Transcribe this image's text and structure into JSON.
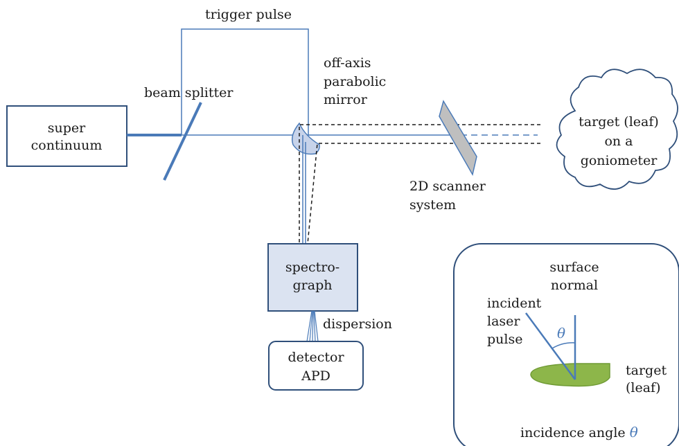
{
  "diagram": {
    "labels": {
      "trigger_pulse": "trigger pulse",
      "beam_splitter": "beam splitter",
      "off_axis_1": "off-axis",
      "off_axis_2": "parabolic",
      "off_axis_3": "mirror",
      "supercontinuum_1": "super",
      "supercontinuum_2": "continuum",
      "target_1": "target (leaf)",
      "target_2": "on a",
      "target_3": "goniometer",
      "scanner_1": "2D scanner",
      "scanner_2": "system",
      "spectro_1": "spectro-",
      "spectro_2": "graph",
      "dispersion": "dispersion",
      "detector_1": "detector",
      "detector_2": "APD"
    },
    "inset": {
      "surface_1": "surface",
      "surface_2": "normal",
      "incident_1": "incident",
      "incident_2": "laser",
      "incident_3": "pulse",
      "theta": "θ",
      "target_1": "target",
      "target_2": "(leaf)",
      "caption": "incidence angle ",
      "caption_symbol": "θ"
    },
    "colors": {
      "beam": "#4a7ab8",
      "box_stroke": "#2f4f7a",
      "box_fill_spectro": "#dbe3f1",
      "leaf_fill": "#8db64a",
      "scanner_fill": "#bfbfbf"
    }
  }
}
